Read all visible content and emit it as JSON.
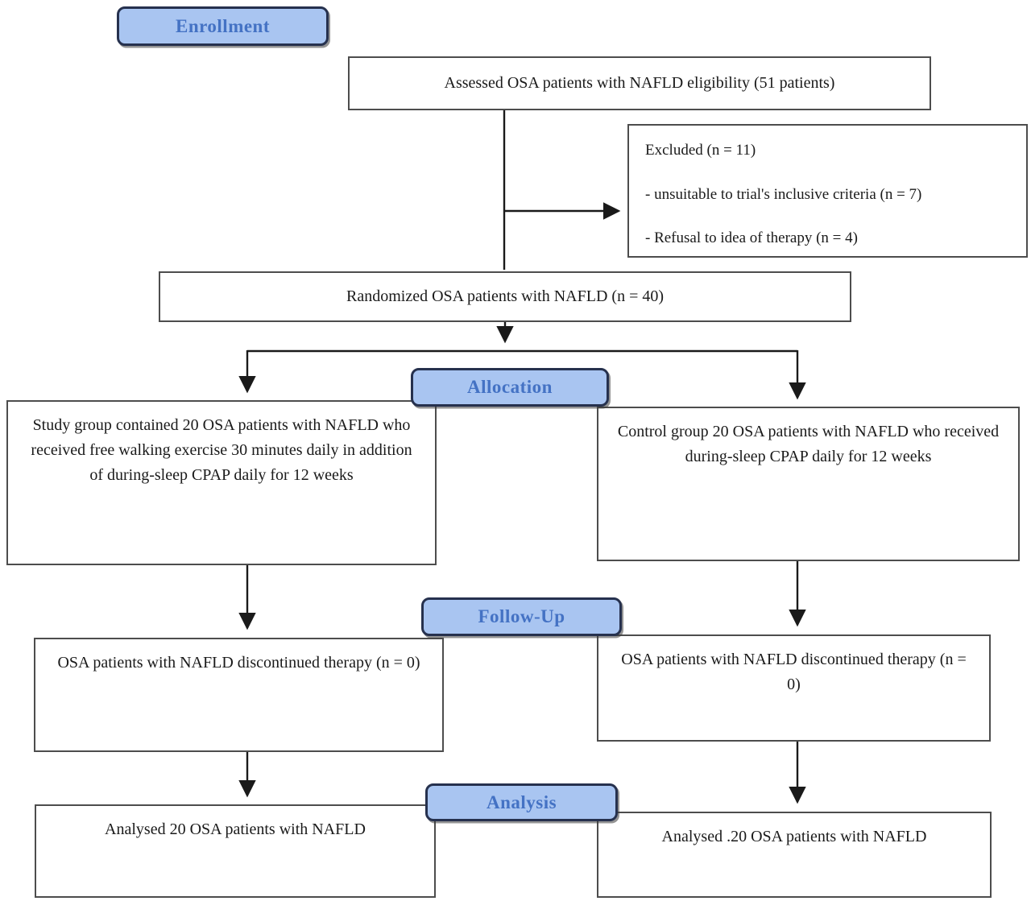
{
  "stages": {
    "enrollment": "Enrollment",
    "allocation": "Allocation",
    "followup": "Follow-Up",
    "analysis": "Analysis"
  },
  "boxes": {
    "assessed": {
      "text": "Assessed OSA patients with NAFLD eligibility (51 patients)"
    },
    "excluded": {
      "title": "Excluded  (n = 11)",
      "items": [
        "- unsuitable to trial's inclusive criteria (n = 7)",
        "- Refusal to idea of therapy (n = 4)"
      ]
    },
    "randomized": {
      "text": "Randomized OSA patients with NAFLD (n = 40)"
    },
    "study_group": {
      "text": "Study group contained 20 OSA patients with NAFLD who received free walking exercise 30 minutes daily in addition of during-sleep CPAP daily for 12 weeks"
    },
    "control_group": {
      "text": "Control group 20 OSA patients with NAFLD who received during-sleep CPAP daily for 12 weeks"
    },
    "followup_left": {
      "text": "OSA patients with NAFLD discontinued therapy (n = 0)"
    },
    "followup_right": {
      "text": "OSA patients with NAFLD discontinued therapy (n = 0)"
    },
    "analysis_left": {
      "text": "Analysed  20 OSA patients with NAFLD"
    },
    "analysis_right": {
      "text": "Analysed .20 OSA patients with NAFLD"
    }
  },
  "colors": {
    "badge_fill": "#a9c5f1",
    "badge_text": "#4472c4",
    "badge_border": "#26314e",
    "box_border": "#4d4d4d",
    "arrow": "#1a1a1a",
    "text": "#1a1a1a",
    "background": "#ffffff"
  }
}
